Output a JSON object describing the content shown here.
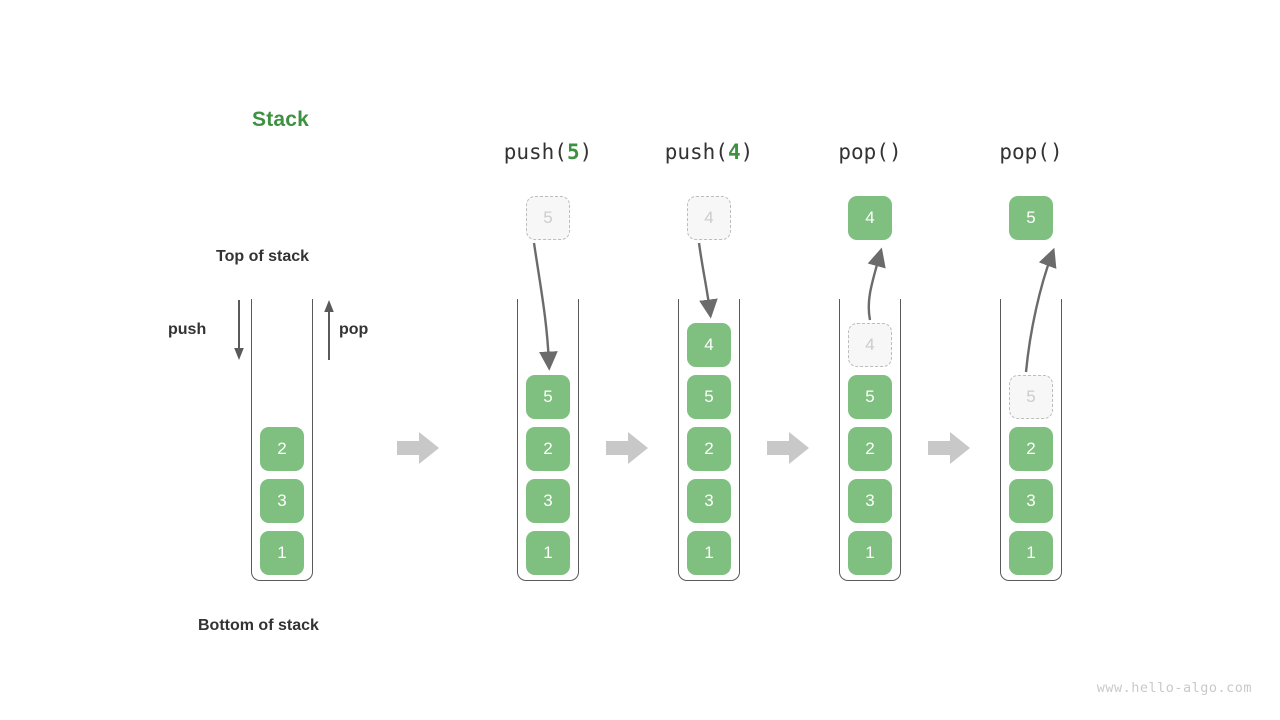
{
  "diagram": {
    "title": "Stack",
    "title_color": "#3f9142",
    "box_color": "#7fbf7f",
    "ghost_color": "#f7f7f7",
    "arrow_color": "#5a5a5a",
    "step_arrow_color": "#c8c8c8",
    "watermark": "www.hello-algo.com"
  },
  "labels": {
    "top_of_stack": "Top of stack",
    "bottom_of_stack": "Bottom of stack",
    "push": "push",
    "pop": "pop"
  },
  "columns": [
    {
      "id": "initial",
      "header_prefix": "",
      "header_arg": "",
      "header_suffix": "",
      "cells": [
        {
          "value": "2",
          "state": "solid"
        },
        {
          "value": "3",
          "state": "solid"
        },
        {
          "value": "1",
          "state": "solid"
        }
      ],
      "floating": null,
      "motion": "none"
    },
    {
      "id": "push-5",
      "header_prefix": "push(",
      "header_arg": "5",
      "header_suffix": ")",
      "cells": [
        {
          "value": "5",
          "state": "solid"
        },
        {
          "value": "2",
          "state": "solid"
        },
        {
          "value": "3",
          "state": "solid"
        },
        {
          "value": "1",
          "state": "solid"
        }
      ],
      "floating": {
        "value": "5",
        "state": "ghost"
      },
      "motion": "in"
    },
    {
      "id": "push-4",
      "header_prefix": "push(",
      "header_arg": "4",
      "header_suffix": ")",
      "cells": [
        {
          "value": "4",
          "state": "solid"
        },
        {
          "value": "5",
          "state": "solid"
        },
        {
          "value": "2",
          "state": "solid"
        },
        {
          "value": "3",
          "state": "solid"
        },
        {
          "value": "1",
          "state": "solid"
        }
      ],
      "floating": {
        "value": "4",
        "state": "ghost"
      },
      "motion": "in"
    },
    {
      "id": "pop-4",
      "header_prefix": "pop(",
      "header_arg": "",
      "header_suffix": ")",
      "cells": [
        {
          "value": "4",
          "state": "ghost"
        },
        {
          "value": "5",
          "state": "solid"
        },
        {
          "value": "2",
          "state": "solid"
        },
        {
          "value": "3",
          "state": "solid"
        },
        {
          "value": "1",
          "state": "solid"
        }
      ],
      "floating": {
        "value": "4",
        "state": "solid"
      },
      "motion": "out"
    },
    {
      "id": "pop-5",
      "header_prefix": "pop(",
      "header_arg": "",
      "header_suffix": ")",
      "cells": [
        {
          "value": "5",
          "state": "ghost"
        },
        {
          "value": "2",
          "state": "solid"
        },
        {
          "value": "3",
          "state": "solid"
        },
        {
          "value": "1",
          "state": "solid"
        }
      ],
      "floating": {
        "value": "5",
        "state": "solid"
      },
      "motion": "out-long"
    }
  ]
}
